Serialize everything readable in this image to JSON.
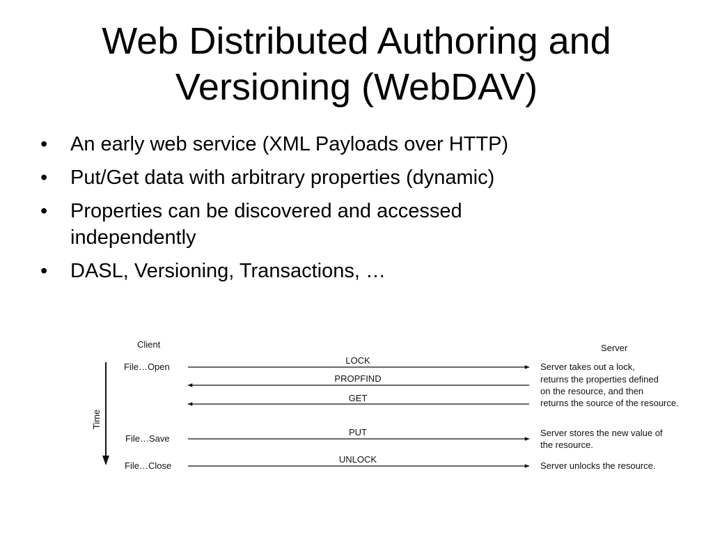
{
  "title": {
    "line1": "Web Distributed Authoring and",
    "line2": "Versioning (WebDAV)"
  },
  "bullets": [
    "An early web service (XML Payloads over HTTP)",
    "Put/Get data with arbitrary properties (dynamic)",
    "Properties can be discovered and accessed independently",
    "DASL, Versioning, Transactions, …"
  ],
  "bullet_symbol": "•",
  "diagram": {
    "client_label": "Client",
    "server_label": "Server",
    "time_label": "Time",
    "client_actions": [
      "File…Open",
      "File…Save",
      "File…Close"
    ],
    "messages": [
      "LOCK",
      "PROPFIND",
      "GET",
      "PUT",
      "UNLOCK"
    ],
    "server_notes": {
      "open": [
        "Server takes out a lock,",
        "returns the properties defined",
        "on the resource, and then",
        "returns the source of the resource."
      ],
      "save": [
        "Server stores the new value of",
        "the resource."
      ],
      "close": [
        "Server unlocks the resource."
      ]
    }
  }
}
